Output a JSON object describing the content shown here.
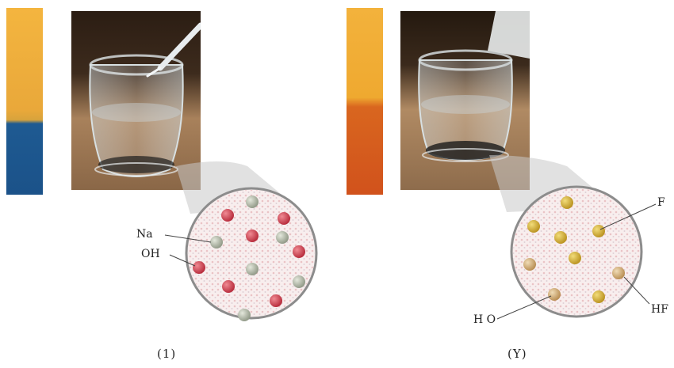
{
  "colors": {
    "left_strip_top": "#f3b23c",
    "left_strip_bottom": "#1e5a92",
    "right_strip_top": "#f3b23c",
    "right_strip_bottom": "#d1521c",
    "photo_bg_dark": "#2a1d12",
    "photo_bg_warm": "#b08a63",
    "circle_fill": "#f7ecec",
    "sodium_ion": "#b52838",
    "hydroxide_ion": "#9aa08e",
    "fluoride_ion": "#cba52a",
    "hf_molecule": "#c7a46a"
  },
  "left_panel": {
    "labels": {
      "sodium": "Na",
      "hydroxide": "OH"
    },
    "caption": "(1)"
  },
  "right_panel": {
    "labels": {
      "fluoride": "F",
      "hf": "HF",
      "water": "H O"
    },
    "caption": "(Y)"
  }
}
